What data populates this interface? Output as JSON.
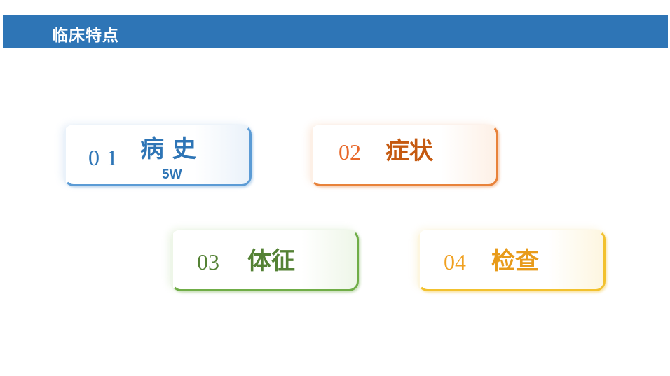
{
  "header": {
    "title": "临床特点"
  },
  "cards": [
    {
      "num": "0 1",
      "label": "病 史",
      "sub": "5W",
      "num_color": "#2E75B6",
      "label_color": "#2E75B6"
    },
    {
      "num": "02",
      "label": "症状",
      "num_color": "#E8682A",
      "label_color": "#C55A11"
    },
    {
      "num": "03",
      "label": "体征",
      "num_color": "#548235",
      "label_color": "#548235"
    },
    {
      "num": "04",
      "label": "检查",
      "num_color": "#F0A020",
      "label_color": "#E89B1A"
    }
  ]
}
